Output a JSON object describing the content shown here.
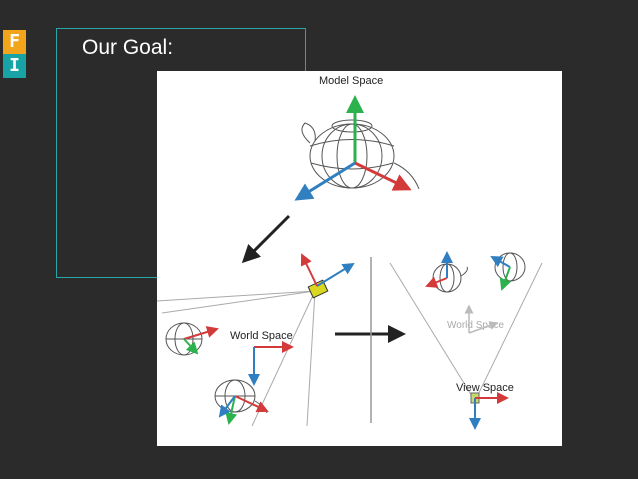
{
  "logo": {
    "top_letter": "F",
    "bottom_letter": "I",
    "top_color": "#f2a51a",
    "bottom_color": "#18a3a6"
  },
  "slide": {
    "title": "Our Goal:"
  },
  "figure": {
    "model_space_label": "Model Space",
    "world_space_label": "World Space",
    "world_space_label_ghost": "World Space",
    "view_space_label": "View Space"
  },
  "colors": {
    "x_axis": "#d33b3b",
    "y_axis": "#2bb24c",
    "z_axis": "#2f7fc1",
    "frame": "#2aa5a5"
  }
}
